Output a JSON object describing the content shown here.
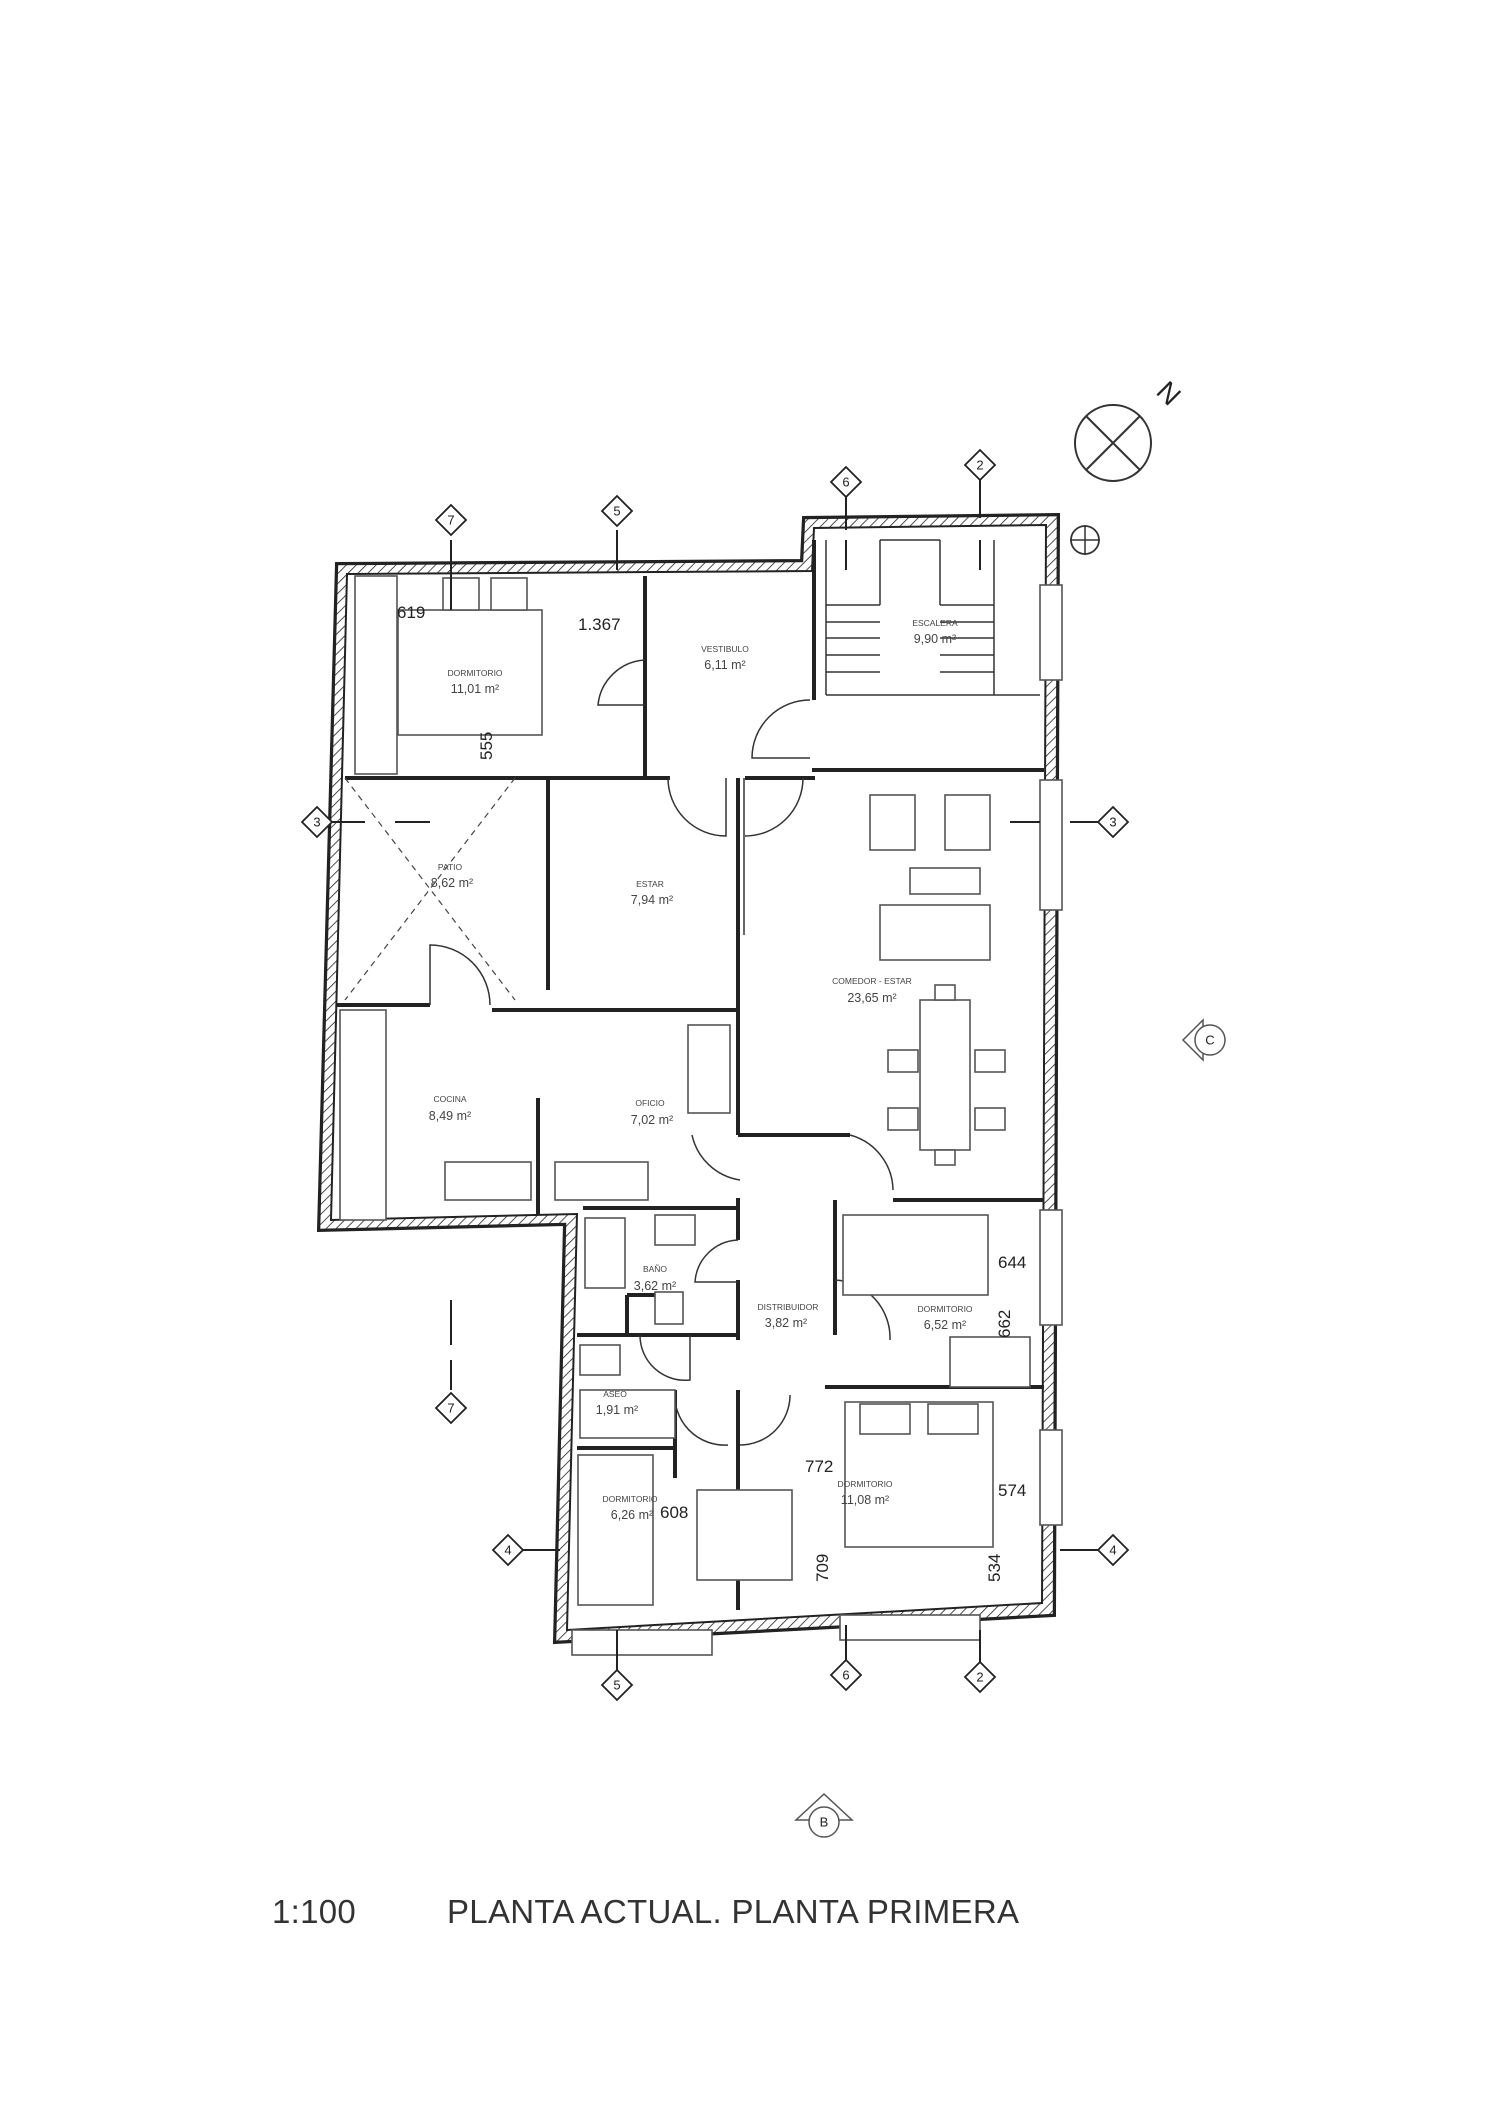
{
  "rooms": {
    "dorm1": {
      "name": "DORMITORIO",
      "area": "11,01 m²"
    },
    "vestibulo": {
      "name": "VESTIBULO",
      "area": "6,11 m²"
    },
    "escalera": {
      "name": "ESCALERA",
      "area": "9,90 m²"
    },
    "patio": {
      "name": "PATIO",
      "area": "8,62 m²"
    },
    "estar": {
      "name": "ESTAR",
      "area": "7,94 m²"
    },
    "comedor": {
      "name": "COMEDOR - ESTAR",
      "area": "23,65 m²"
    },
    "cocina": {
      "name": "COCINA",
      "area": "8,49 m²"
    },
    "oficio": {
      "name": "OFICIO",
      "area": "7,02 m²"
    },
    "bano": {
      "name": "BAÑO",
      "area": "3,62 m²"
    },
    "distribuidor": {
      "name": "DISTRIBUIDOR",
      "area": "3,82 m²"
    },
    "dorm2": {
      "name": "DORMITORIO",
      "area": "6,52 m²"
    },
    "aseo": {
      "name": "ASEO",
      "area": "1,91 m²"
    },
    "dorm3": {
      "name": "DORMITORIO",
      "area": "6,26 m²"
    },
    "dorm4": {
      "name": "DORMITORIO",
      "area": "11,08 m²"
    }
  },
  "dimensions": {
    "d619": "619",
    "d1367": "1.367",
    "d555": "555",
    "d644": "644",
    "d662": "662",
    "d772": "772",
    "d608": "608",
    "d574": "574",
    "d709": "709",
    "d534": "534"
  },
  "markers": {
    "axis_7": "7",
    "axis_5": "5",
    "axis_6": "6",
    "axis_2": "2",
    "axis_3": "3",
    "axis_4": "4",
    "section_c": "C",
    "section_b": "B",
    "north": "N"
  },
  "footer": {
    "scale": "1:100",
    "title": "PLANTA ACTUAL. PLANTA PRIMERA"
  }
}
